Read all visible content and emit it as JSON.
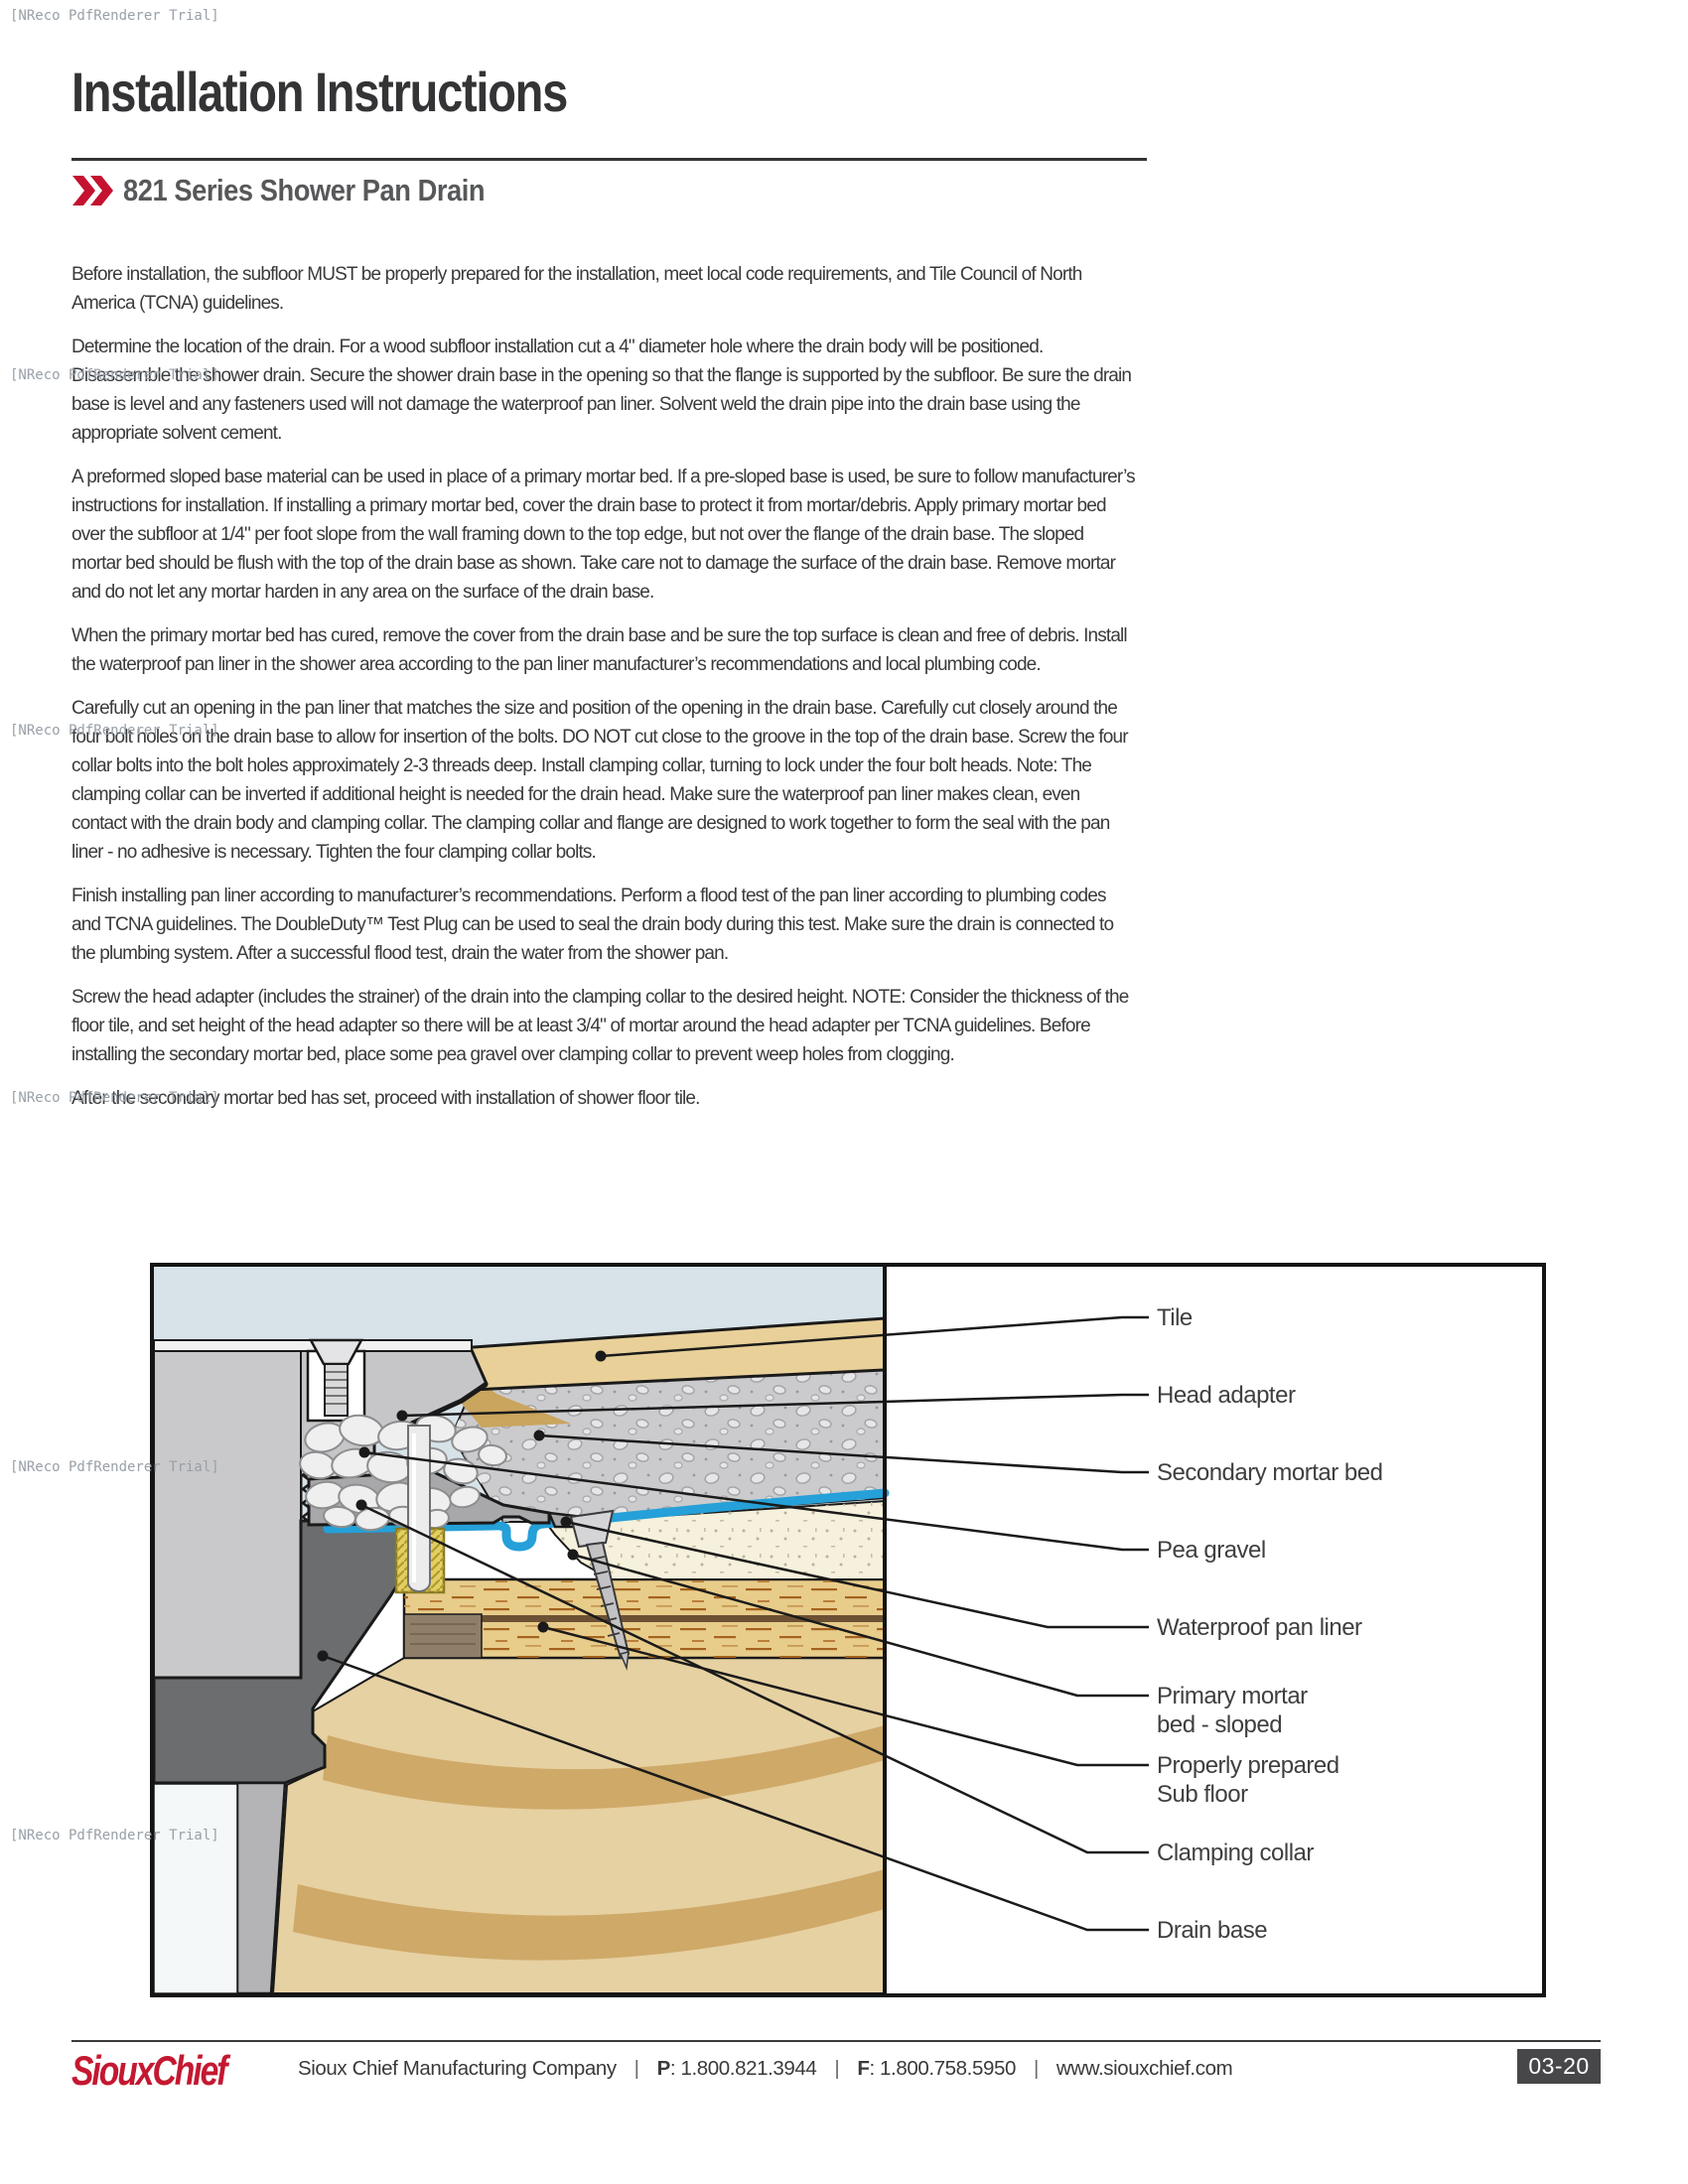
{
  "watermark": {
    "text": "[NReco PdfRenderer Trial]"
  },
  "header": {
    "title": "Installation Instructions",
    "subtitle": "821 Series Shower Pan Drain"
  },
  "paragraphs": [
    "Before installation, the subfloor MUST be properly prepared for the installation, meet local code requirements, and Tile Council of North America (TCNA) guidelines.",
    "Determine the location of the drain. For a wood subfloor installation cut a 4\" diameter hole where the drain body will be positioned. Disassemble the shower drain. Secure the shower drain base in the opening so that the flange is supported by the subfloor. Be sure the drain base is level and any fasteners used will not damage the waterproof pan liner. Solvent weld the drain pipe into the drain base using the appropriate solvent cement.",
    "A preformed sloped base material can be used in place of a primary mortar bed. If a pre-sloped base is used, be sure to follow manufacturer’s instructions for installation. If installing a primary mortar bed, cover the drain base to protect it from mortar/debris. Apply primary mortar bed over the subfloor at 1/4\" per foot slope from the wall framing down to the top edge, but not over the flange of the drain base. The sloped mortar bed should be flush with the top of the drain base as shown. Take care not to damage the surface of the drain base. Remove mortar and do not let any mortar harden in any area on the surface of the drain base.",
    "When the primary mortar bed has cured, remove the cover from the drain base and be sure the top surface is clean and free of debris. Install the waterproof pan liner in the shower area according to the pan liner manufacturer’s recommendations and local plumbing code.",
    "Carefully cut an opening in the pan liner that matches the size and position of the opening in the drain base. Carefully cut closely around the four bolt holes on the drain base to allow for insertion of the bolts. DO NOT cut close to the groove in the top of the drain base. Screw the four collar bolts into the bolt holes approximately 2-3 threads deep. Install clamping collar, turning to lock under the four bolt heads. Note: The clamping collar can be inverted if additional height is needed for the drain head. Make sure the waterproof pan liner makes clean, even contact with the drain body and clamping collar. The clamping collar and flange are designed to work together to form the seal with the pan liner - no adhesive is necessary. Tighten the four clamping collar bolts.",
    "Finish installing pan liner according to manufacturer’s recommendations. Perform a flood test of the pan liner according to plumbing codes and TCNA guidelines. The DoubleDuty™ Test Plug can be used to seal the drain body during this test. Make sure the drain is connected to the plumbing system. After a successful flood test, drain the water from the shower pan.",
    "Screw the head adapter (includes the strainer) of the drain into the clamping collar to the desired height. NOTE: Consider the thickness of the floor tile, and set height of the head adapter so there will be at least 3/4\" of mortar around the head adapter per TCNA guidelines. Before installing the secondary mortar bed, place some pea gravel over clamping collar to prevent weep holes from clogging.",
    "After the secondary mortar bed has set, proceed with installation of shower floor tile."
  ],
  "diagram": {
    "labels": {
      "tile": "Tile",
      "head_adapter": "Head adapter",
      "secondary_mortar": "Secondary mortar bed",
      "pea_gravel": "Pea gravel",
      "pan_liner": "Waterproof pan liner",
      "primary_mortar_1": "Primary mortar",
      "primary_mortar_2": "bed - sloped",
      "subfloor_1": "Properly prepared",
      "subfloor_2": "Sub floor",
      "clamping_collar": "Clamping collar",
      "drain_base": "Drain base"
    },
    "colors": {
      "liner_blue": "#25a0d8",
      "tile_tan": "#e9d099",
      "mortar_gray": "#cbcbcd",
      "primary_cream": "#f6f1dc",
      "sand": "#e6d1a2",
      "drain_dark": "#6b6d6f"
    }
  },
  "footer": {
    "logo": "SiouxChief",
    "company": "Sioux Chief Manufacturing Company",
    "divider": "|",
    "phone_label": "P",
    "phone_rest": ": 1.800.821.3944",
    "fax_label": "F",
    "fax_rest": ": 1.800.758.5950",
    "website": "www.siouxchief.com",
    "page_code": "03-20"
  },
  "accent_red": "#c41230"
}
